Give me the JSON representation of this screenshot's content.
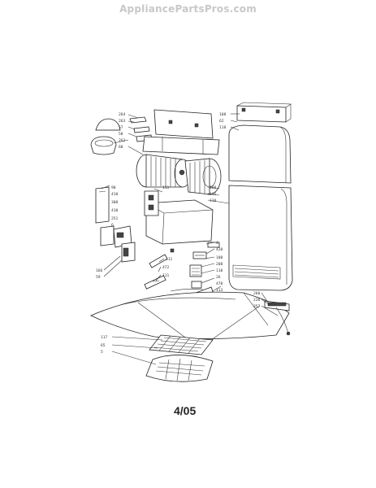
{
  "header": {
    "watermark": "AppliancePartsPros.com"
  },
  "footer": {
    "revision": "4/05"
  },
  "callouts": [
    {
      "id": "c1",
      "text": "264"
    },
    {
      "id": "c2",
      "text": "263"
    },
    {
      "id": "c3",
      "text": "57"
    },
    {
      "id": "c4",
      "text": "58"
    },
    {
      "id": "c5",
      "text": "262"
    },
    {
      "id": "c6",
      "text": "68"
    },
    {
      "id": "c7",
      "text": "108"
    },
    {
      "id": "c8",
      "text": "62"
    },
    {
      "id": "c9",
      "text": "118"
    },
    {
      "id": "c10",
      "text": "90"
    },
    {
      "id": "c11",
      "text": "410"
    },
    {
      "id": "c12",
      "text": "308"
    },
    {
      "id": "c13",
      "text": "410"
    },
    {
      "id": "c14",
      "text": "251"
    },
    {
      "id": "c15",
      "text": "6"
    },
    {
      "id": "c16",
      "text": "166"
    },
    {
      "id": "c17",
      "text": "59"
    },
    {
      "id": "c18",
      "text": "108"
    },
    {
      "id": "c19",
      "text": "115"
    },
    {
      "id": "c20",
      "text": "110"
    },
    {
      "id": "c21",
      "text": "111"
    },
    {
      "id": "c22",
      "text": "4"
    },
    {
      "id": "c23",
      "text": "420"
    },
    {
      "id": "c24",
      "text": "100"
    },
    {
      "id": "c25",
      "text": "208"
    },
    {
      "id": "c26",
      "text": "110"
    },
    {
      "id": "c27",
      "text": "26"
    },
    {
      "id": "c28",
      "text": "470"
    },
    {
      "id": "c29",
      "text": "113"
    },
    {
      "id": "c30",
      "text": "260"
    },
    {
      "id": "c31",
      "text": "220"
    },
    {
      "id": "c32",
      "text": "357"
    },
    {
      "id": "c33",
      "text": "117"
    },
    {
      "id": "c34",
      "text": "65"
    },
    {
      "id": "c35",
      "text": "5"
    },
    {
      "id": "c36",
      "text": "111"
    },
    {
      "id": "c37",
      "text": "472"
    },
    {
      "id": "c38",
      "text": "111"
    }
  ]
}
